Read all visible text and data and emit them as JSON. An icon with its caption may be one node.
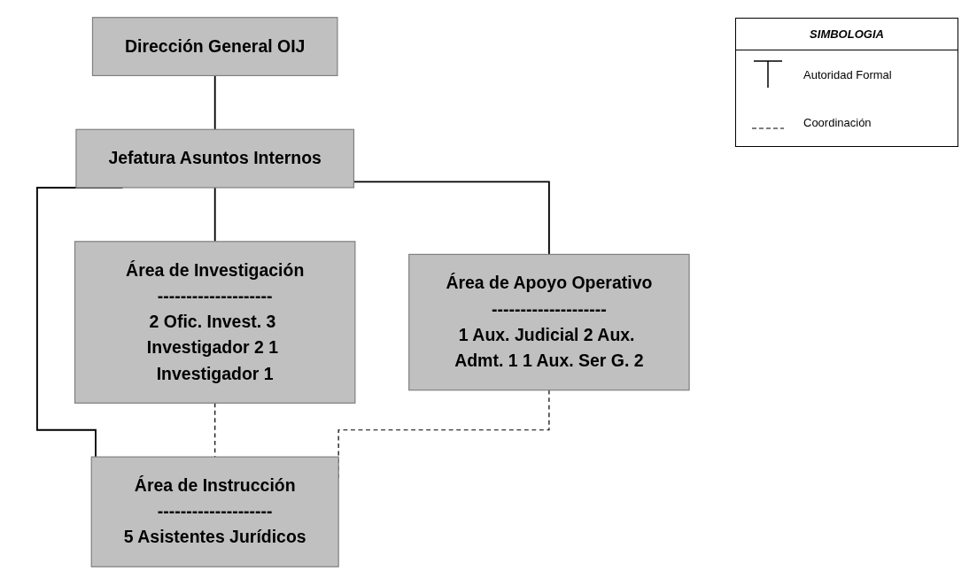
{
  "diagram": {
    "nodes": [
      {
        "text": [
          "Dirección General OIJ"
        ]
      },
      {
        "text": [
          "Jefatura Asuntos Internos"
        ]
      },
      {
        "text": [
          "Área de Investigación",
          "--------------------",
          "2 Ofic. Invest. 3 Investigador 2 1 Investigador 1"
        ]
      },
      {
        "text": [
          "Área de Instrucción",
          "--------------------",
          "5 Asistentes Jurídicos"
        ]
      },
      {
        "text": [
          "Área de Apoyo Operativo",
          "--------------------",
          "1 Aux. Judicial 2 Aux. Admt. 1 1 Aux. Ser G. 2"
        ]
      }
    ],
    "edges": [
      {
        "from": 0,
        "to": 1,
        "arrow": "none"
      },
      {
        "from": 1,
        "to": 2,
        "arrow": "none"
      },
      {
        "from": 1,
        "to": 3,
        "arrow": "none"
      },
      {
        "from": 1,
        "to": 4,
        "arrow": "none"
      },
      {
        "from": 2,
        "to": 3,
        "arrow": "none",
        "style": "dashed"
      },
      {
        "from": 4,
        "to": 3,
        "arrow": "none",
        "style": "dashed"
      }
    ],
    "labels": [
      "SIMBOLOGIA"
    ],
    "legend": [
      {
        "text": "Autoridad Formal"
      },
      {
        "text": "Coordinación"
      }
    ]
  }
}
